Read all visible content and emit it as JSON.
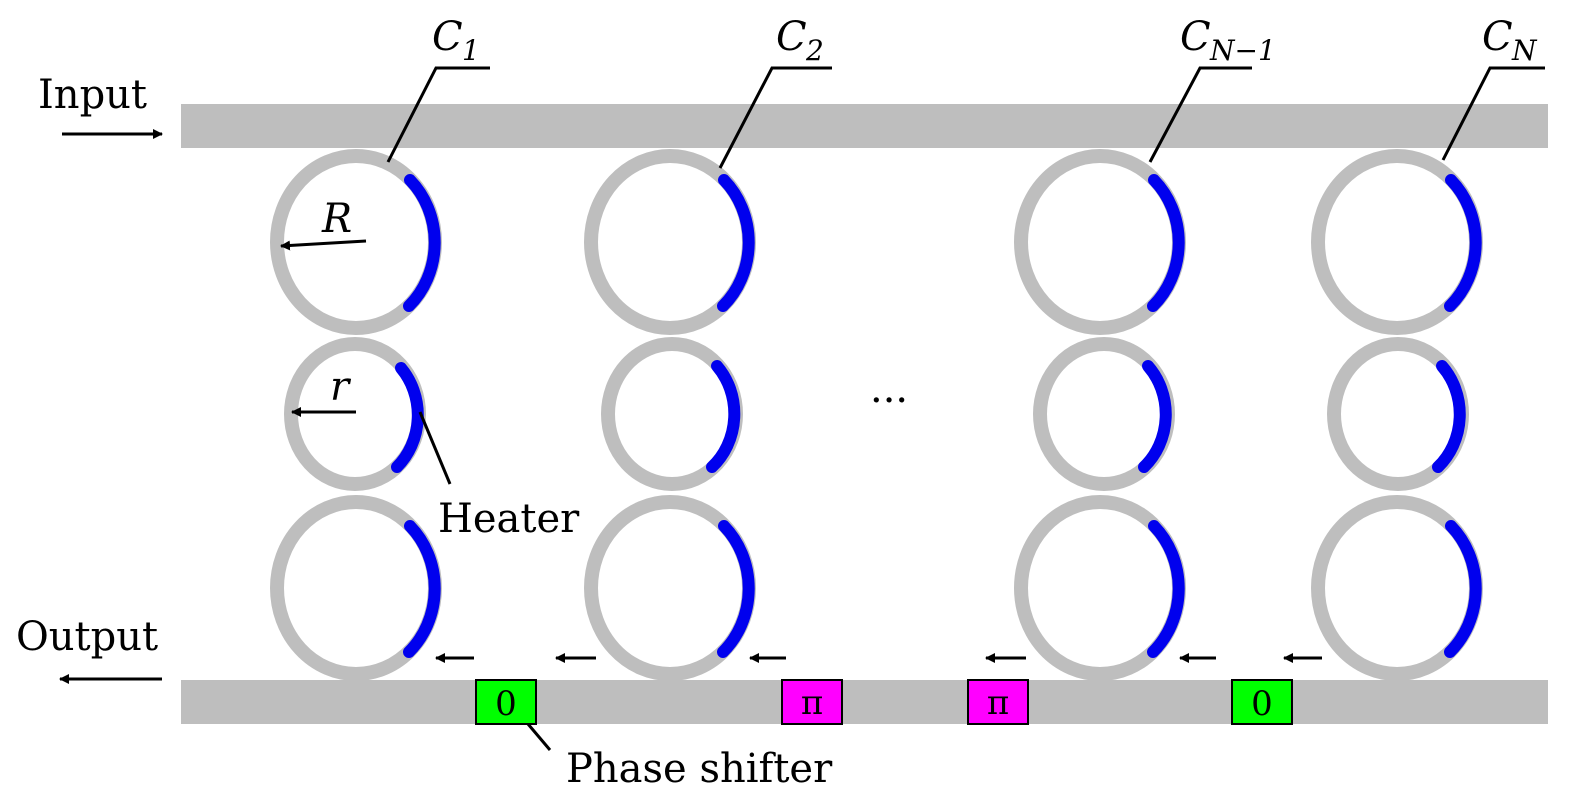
{
  "labels": {
    "input": "Input",
    "output": "Output",
    "heater": "Heater",
    "phase_shifter": "Phase shifter",
    "big_radius": "R",
    "small_radius": "r",
    "ellipsis": "···"
  },
  "columns": [
    {
      "name": "C",
      "sub": "1"
    },
    {
      "name": "C",
      "sub": "2"
    },
    {
      "name": "C",
      "sub": "N−1"
    },
    {
      "name": "C",
      "sub": "N"
    }
  ],
  "phase_shifters": [
    {
      "value": "0",
      "color": "#00ff00"
    },
    {
      "value": "π",
      "color": "#ff00ff"
    },
    {
      "value": "π",
      "color": "#ff00ff"
    },
    {
      "value": "0",
      "color": "#00ff00"
    }
  ],
  "colors": {
    "waveguide": "#bebebe",
    "heater": "#0000ee",
    "ring": "#bebebe",
    "line": "#000000"
  }
}
